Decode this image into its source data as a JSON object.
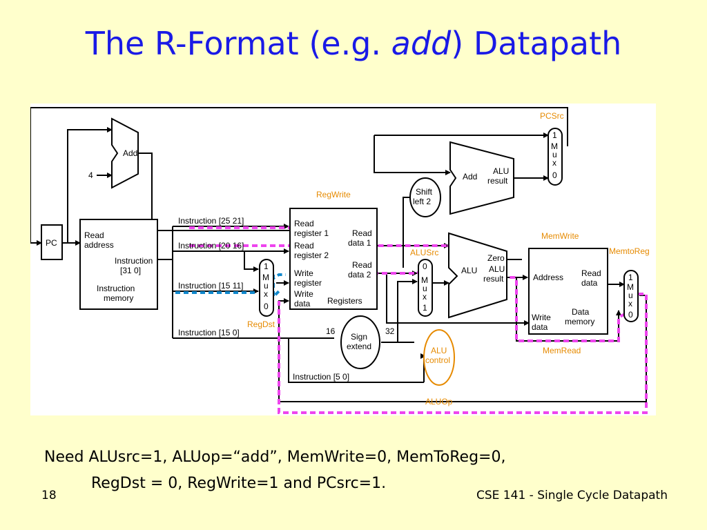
{
  "slide": {
    "title_prefix": "The R-Format (e.g. ",
    "title_italic": "add",
    "title_suffix": ") Datapath",
    "caption_line1": "Need ALUsrc=1, ALUop=“add”, MemWrite=0, MemToReg=0,",
    "caption_line2": "RegDst = 0, RegWrite=1 and PCsrc=1.",
    "page_number": "18",
    "footer": "CSE 141 - Single Cycle Datapath"
  },
  "diagram": {
    "pc": "PC",
    "imem": {
      "read": "Read",
      "address": "address",
      "instr": "Instruction",
      "bits": "[31   0]",
      "name1": "Instruction",
      "name2": "memory"
    },
    "adder_pc": "Add",
    "four": "4",
    "adder_branch": "Add",
    "adder_alu_result": {
      "line1": "ALU",
      "line2": "result"
    },
    "shift": {
      "line1": "Shift",
      "line2": "left 2"
    },
    "pcsrc_mux": {
      "one": "1",
      "m": "M",
      "u": "u",
      "x": "x",
      "zero": "0"
    },
    "regdst_mux": {
      "one": "1",
      "m": "M",
      "u": "u",
      "x": "x",
      "zero": "0"
    },
    "alusrc_mux": {
      "one": "1",
      "m": "M",
      "u": "u",
      "x": "x",
      "zero": "0"
    },
    "memtoreg_mux": {
      "one": "1",
      "m": "M",
      "u": "u",
      "x": "x",
      "zero": "0"
    },
    "instr_fields": {
      "f1": "Instruction [25   21]",
      "f2": "Instruction [20   16]",
      "f3": "Instruction [15   11]",
      "f4": "Instruction [15   0]",
      "f5": "Instruction [5   0]"
    },
    "registers": {
      "rr1a": "Read",
      "rr1b": "register 1",
      "rr2a": "Read",
      "rr2b": "register 2",
      "wra": "Write",
      "wrb": "register",
      "wda": "Write",
      "wdb": "data",
      "rd1a": "Read",
      "rd1b": "data 1",
      "rd2a": "Read",
      "rd2b": "data 2",
      "name": "Registers"
    },
    "sign_extend": {
      "line1": "Sign",
      "line2": "extend",
      "in_bits": "16",
      "out_bits": "32"
    },
    "alu": {
      "name": "ALU",
      "zero": "Zero",
      "res1": "ALU",
      "res2": "result"
    },
    "alu_control": {
      "line1": "ALU",
      "line2": "control"
    },
    "dmem": {
      "address": "Address",
      "rd1": "Read",
      "rd2": "data",
      "wd1": "Write",
      "wd2": "data",
      "n1": "Data",
      "n2": "memory"
    },
    "control_signals": {
      "pcsrc": "PCSrc",
      "regwrite": "RegWrite",
      "regdst": "RegDst",
      "alusrc": "ALUSrc",
      "memwrite": "MemWrite",
      "memread": "MemRead",
      "memtoreg": "MemtoReg",
      "aluop": "ALUOp"
    },
    "colors": {
      "highlight_path": "#ee44ee",
      "regdst_path": "#1188cc",
      "control": "#e68a00",
      "title": "#1a1ae6"
    }
  }
}
